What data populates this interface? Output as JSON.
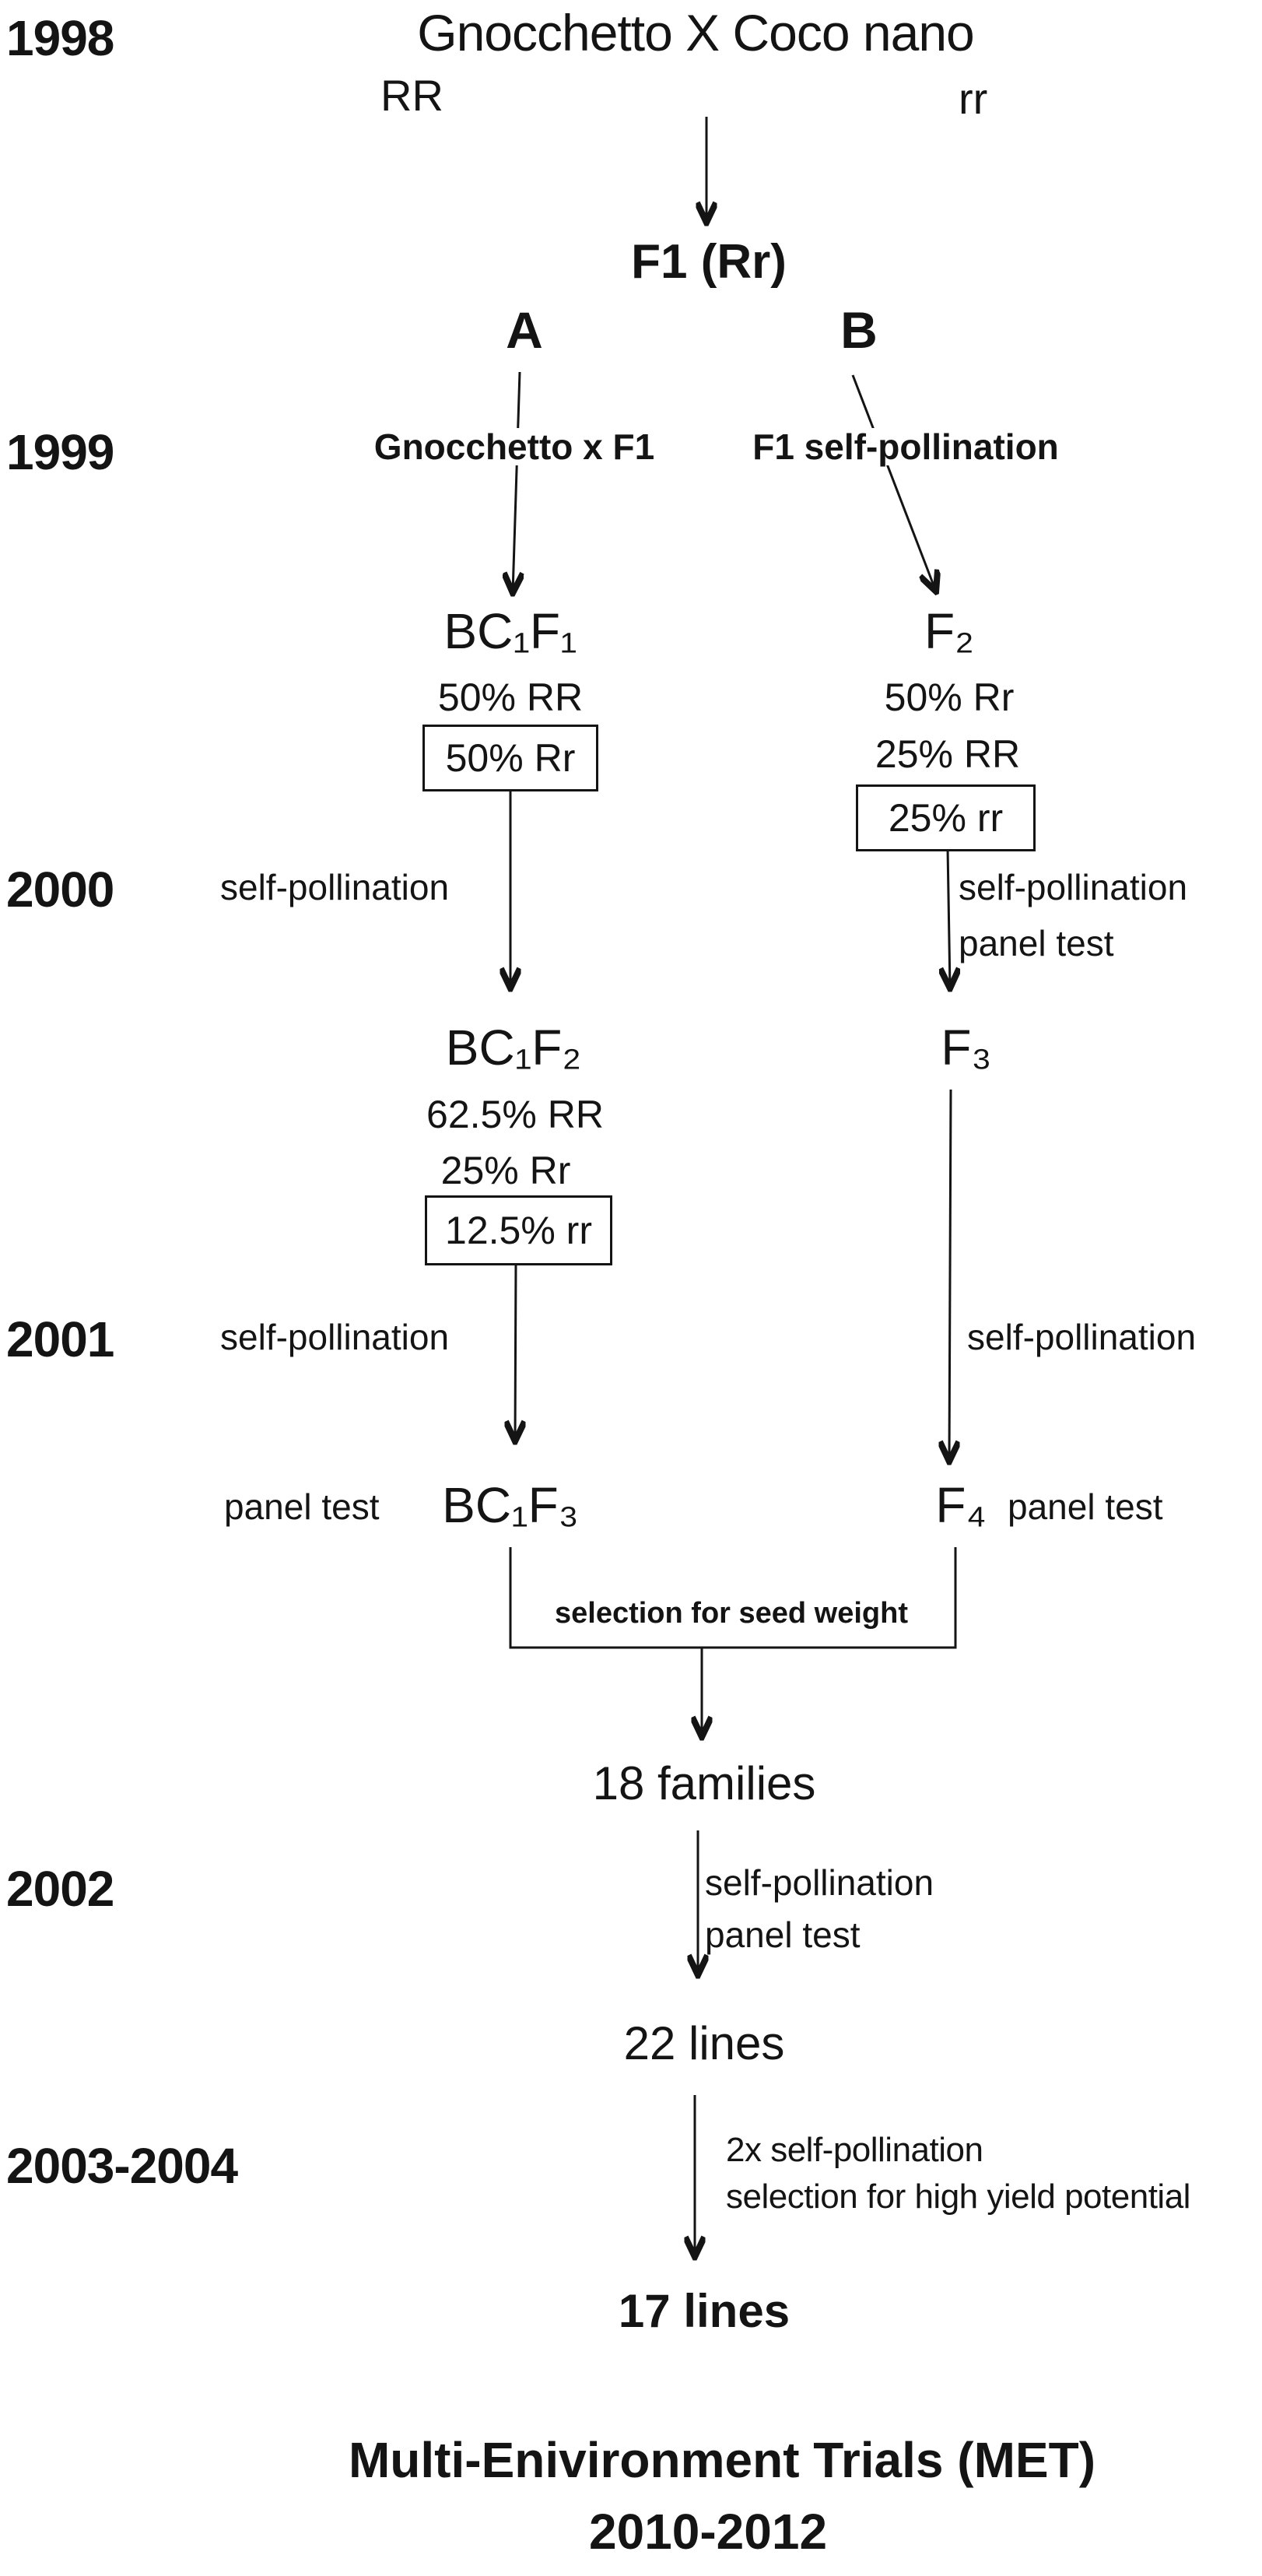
{
  "years": {
    "y1998": "1998",
    "y1999": "1999",
    "y2000": "2000",
    "y2001": "2001",
    "y2002": "2002",
    "y2003_2004": "2003-2004"
  },
  "cross": {
    "parents": "Gnocchetto X Coco nano",
    "parent1_genotype": "RR",
    "parent2_genotype": "rr",
    "f1": "F1 (Rr)"
  },
  "branches": {
    "a_label": "A",
    "b_label": "B",
    "a_cross": "Gnocchetto x F1",
    "b_cross": "F1 self-pollination"
  },
  "backcross_path": {
    "bc1f1": "BC₁F₁",
    "bc1f1_freq1": "50% RR",
    "bc1f1_boxed": "50% Rr",
    "step_2000": "self-pollination",
    "bc1f2": "BC₁F₂",
    "bc1f2_freq1": "62.5% RR",
    "bc1f2_freq2": "25% Rr",
    "bc1f2_boxed": "12.5% rr",
    "step_2001": "self-pollination",
    "panel_test": "panel test",
    "bc1f3": "BC₁F₃"
  },
  "selfing_path": {
    "f2": "F₂",
    "f2_freq1": "50% Rr",
    "f2_freq2": "25% RR",
    "f2_boxed": "25% rr",
    "step_2000_line1": "self-pollination",
    "step_2000_line2": "panel test",
    "f3": "F₃",
    "step_2001": "self-pollination",
    "f4": "F₄",
    "panel_test": "panel test"
  },
  "merge": {
    "selection": "selection for seed weight",
    "families": "18 families",
    "step_2002_line1": "self-pollination",
    "step_2002_line2": "panel test",
    "lines22": "22 lines",
    "step_2003_line1": "2x self-pollination",
    "step_2003_line2": "selection for high yield potential",
    "lines17": "17 lines"
  },
  "footer": {
    "met_title": "Multi-Enivironment Trials (MET)",
    "met_years": "2010-2012"
  },
  "colors": {
    "ink": "#141414",
    "background": "#ffffff"
  }
}
